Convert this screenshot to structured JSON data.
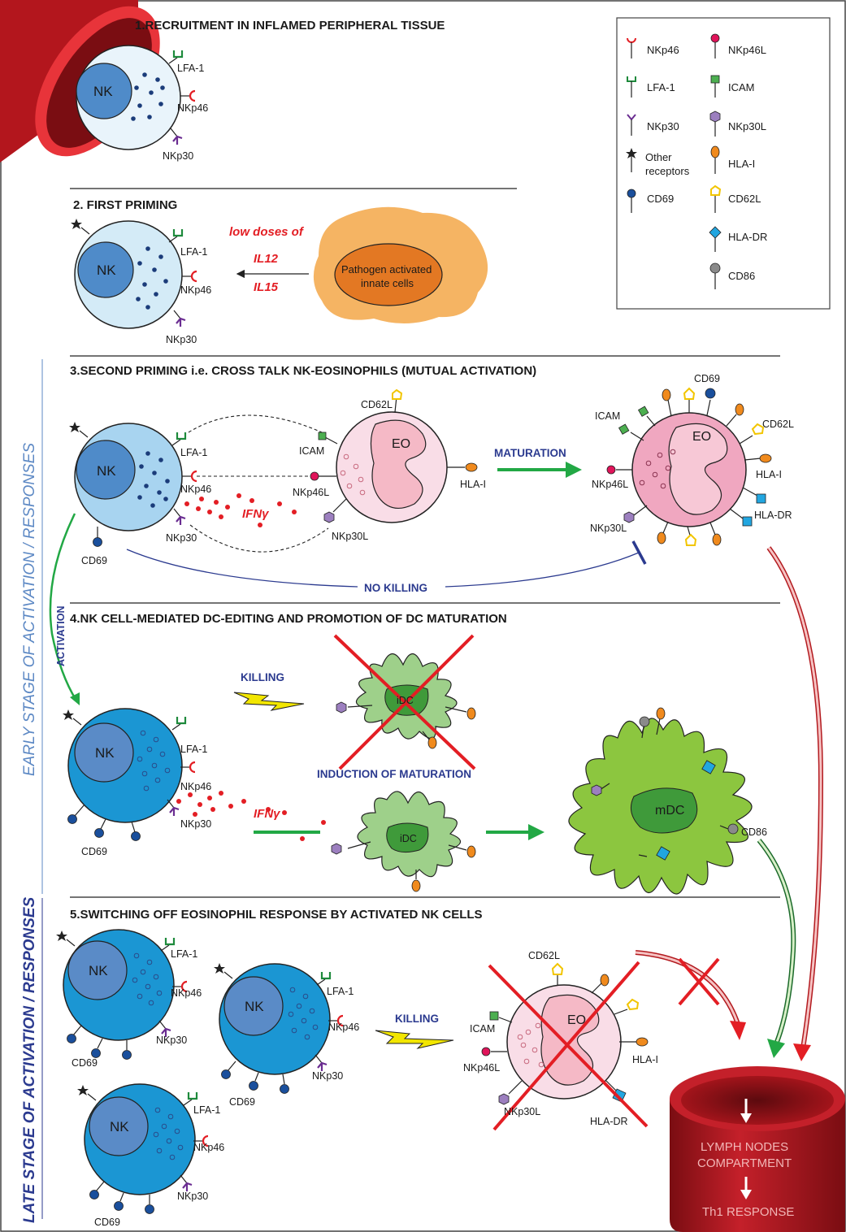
{
  "sections": {
    "s1": "1.RECRUITMENT IN INFLAMED PERIPHERAL TISSUE",
    "s2": "2. FIRST PRIMING",
    "s3": "3.SECOND PRIMING i.e. CROSS TALK NK-EOSINOPHILS (MUTUAL ACTIVATION)",
    "s4": "4.NK CELL-MEDIATED DC-EDITING AND PROMOTION OF DC MATURATION",
    "s5": "5.SWITCHING OFF EOSINOPHIL RESPONSE BY ACTIVATED NK CELLS"
  },
  "side_labels": {
    "early": "EARLY STAGE OF ACTIVATION / RESPONSES",
    "late": "LATE STAGE OF ACTIVATION / RESPONSES",
    "activation": "ACTIVATION"
  },
  "legend": {
    "nkp46": "NKp46",
    "nkp46l": "NKp46L",
    "lfa1": "LFA-1",
    "icam": "ICAM",
    "nkp30": "NKp30",
    "nkp30l": "NKp30L",
    "other1": "Other",
    "other2": "receptors",
    "hlai": "HLA-I",
    "cd69": "CD69",
    "cd62l": "CD62L",
    "hladr": "HLA-DR",
    "cd86": "CD86"
  },
  "labels": {
    "nk": "NK",
    "lfa1": "LFA-1",
    "nkp46": "NKp46",
    "nkp30": "NKp30",
    "cd69": "CD69",
    "icam": "ICAM",
    "nkp46l": "NKp46L",
    "nkp30l": "NKp30L",
    "cd62l": "CD62L",
    "hlai": "HLA-I",
    "hladr": "HLA-DR",
    "cd86": "CD86",
    "eo": "EO",
    "idc": "iDC",
    "mdc": "mDC"
  },
  "priming": {
    "line1": "low doses of",
    "il12": "IL12",
    "il15": "IL15",
    "pathogen1": "Pathogen activated",
    "pathogen2": "innate cells"
  },
  "ifn": "IFNγ",
  "arrows": {
    "maturation": "MATURATION",
    "no_killing": "NO KILLING",
    "killing": "KILLING",
    "induction": "INDUCTION OF MATURATION"
  },
  "lymph": {
    "line1": "LYMPH NODES",
    "line2": "COMPARTMENT",
    "line3": "Th1 RESPONSE"
  },
  "colors": {
    "red": "#e31e24",
    "blue_text": "#2b3a8f",
    "green": "#22a845",
    "nk_light": "#d4ebf7",
    "nk_mid": "#a8d4f0",
    "nk_dark": "#1b96d3",
    "eo_pink": "#f7d3e0",
    "dc_green": "#8cc63f",
    "vessel": "#a3141b"
  }
}
